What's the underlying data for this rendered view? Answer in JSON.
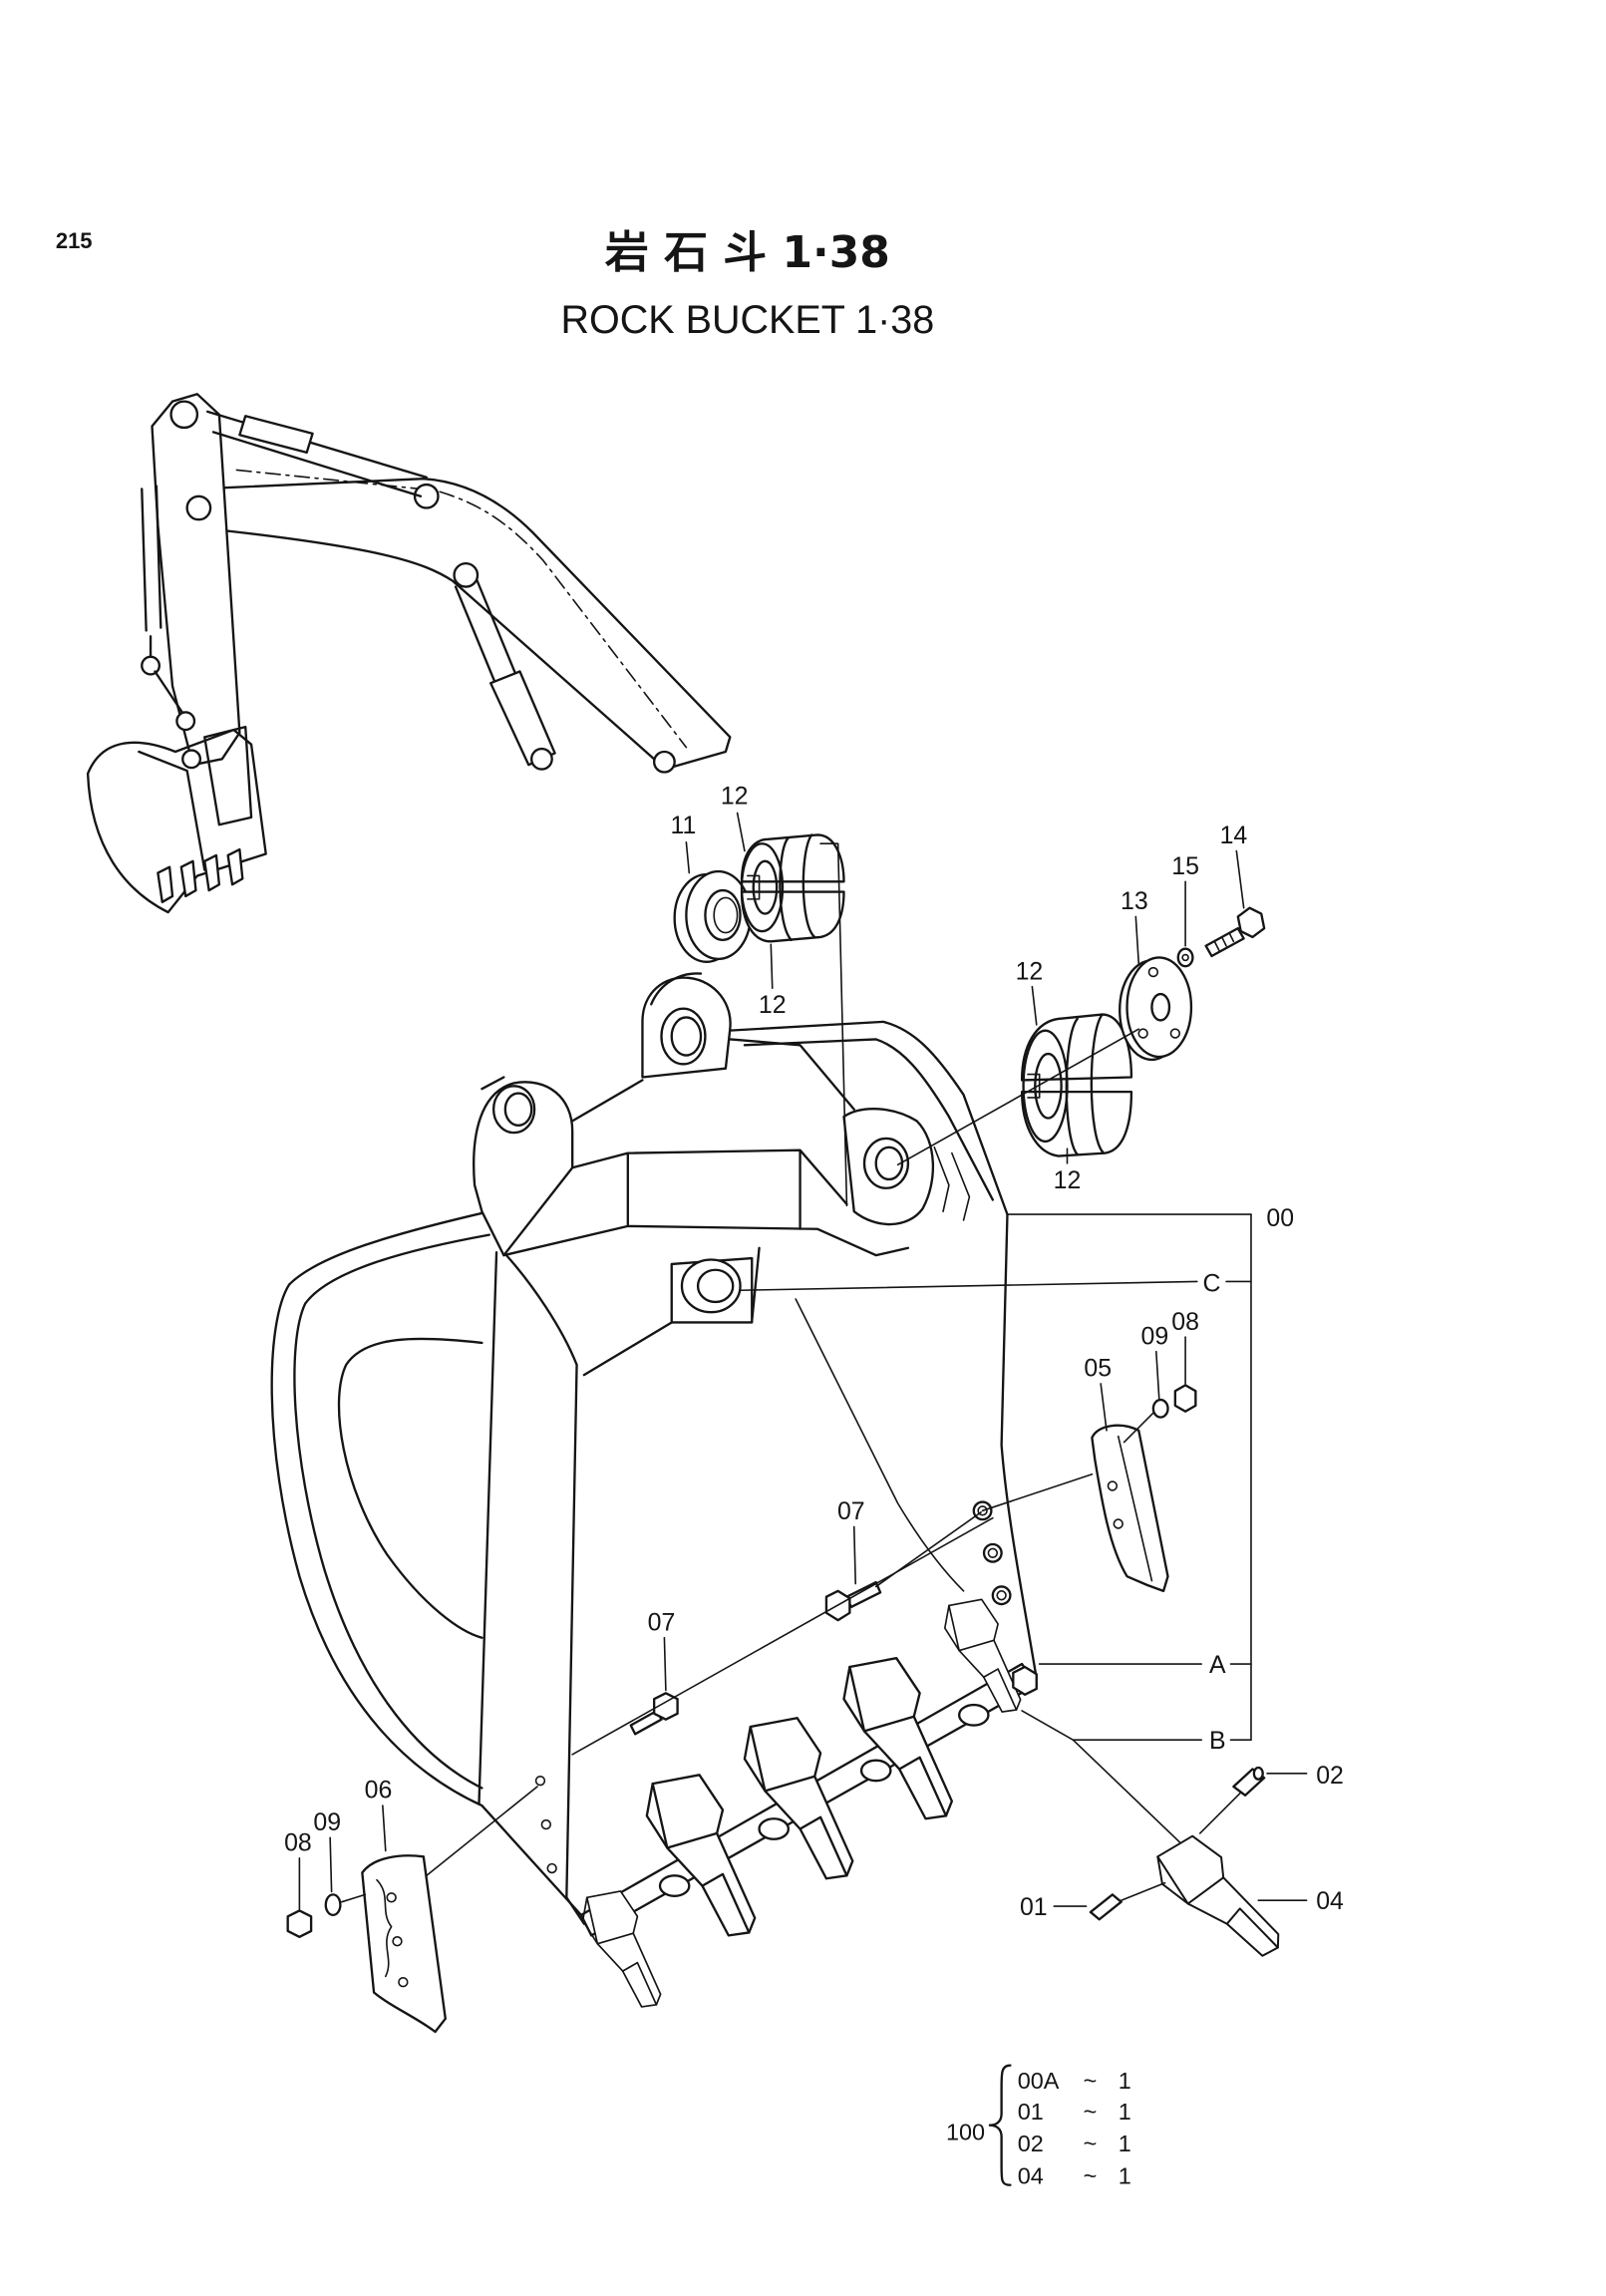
{
  "page": {
    "number": "215"
  },
  "title": {
    "cn": "岩 石 斗 1·38",
    "en": "ROCK BUCKET 1·38"
  },
  "callouts": [
    "11",
    "12",
    "12",
    "14",
    "15",
    "13",
    "12",
    "12",
    "00",
    "C",
    "09",
    "08",
    "05",
    "07",
    "07",
    "A",
    "B",
    "02",
    "04",
    "01",
    "06",
    "09",
    "08"
  ],
  "parts_list": {
    "assembly": "100",
    "separator": "~",
    "items": [
      {
        "part": "00A",
        "qty": "1"
      },
      {
        "part": "01",
        "qty": "1"
      },
      {
        "part": "02",
        "qty": "1"
      },
      {
        "part": "04",
        "qty": "1"
      }
    ]
  }
}
